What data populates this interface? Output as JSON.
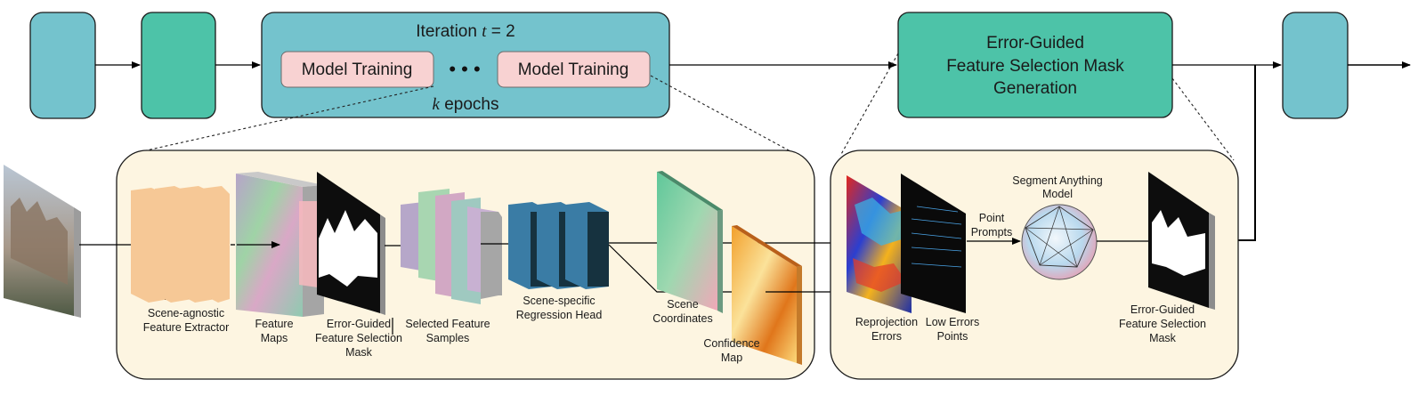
{
  "top_row": {
    "iteration_label": "Iteration t = 2",
    "iteration_prefix": "Iteration ",
    "iteration_var": "t",
    "iteration_value": " = 2",
    "model_training_1": "Model Training",
    "model_training_2": "Model Training",
    "ellipsis": "• • •",
    "epochs_var": "k",
    "epochs_text": " epochs",
    "mask_generation": [
      "Error-Guided",
      "Feature Selection Mask",
      "Generation"
    ]
  },
  "training_panel": {
    "labels": {
      "input_image": "",
      "extractor": [
        "Scene-agnostic",
        "Feature Extractor"
      ],
      "feature_maps": [
        "Feature",
        "Maps"
      ],
      "mask": [
        "Error-Guided",
        "Feature Selection",
        "Mask"
      ],
      "samples": [
        "Selected Feature",
        "Samples"
      ],
      "head": [
        "Scene-specific",
        "Regression Head"
      ],
      "scene_coords": [
        "Scene",
        "Coordinates"
      ],
      "confidence": [
        "Confidence",
        "Map"
      ]
    }
  },
  "mask_panel": {
    "labels": {
      "reprojection": [
        "Reprojection",
        "Errors"
      ],
      "low_errors": [
        "Low Errors",
        "Points"
      ],
      "point_prompts": [
        "Point",
        "Prompts"
      ],
      "sam": [
        "Segment Anything",
        "Model"
      ],
      "output_mask": [
        "Error-Guided",
        "Feature Selection",
        "Mask"
      ]
    }
  },
  "colors": {
    "teal_box": "#74c3cd",
    "green_box": "#4dc3a8",
    "pink_box": "#f8d2d2",
    "panel_fill": "#fdf5e1",
    "extractor": "#f6c896",
    "head": "#3a7ca5"
  }
}
